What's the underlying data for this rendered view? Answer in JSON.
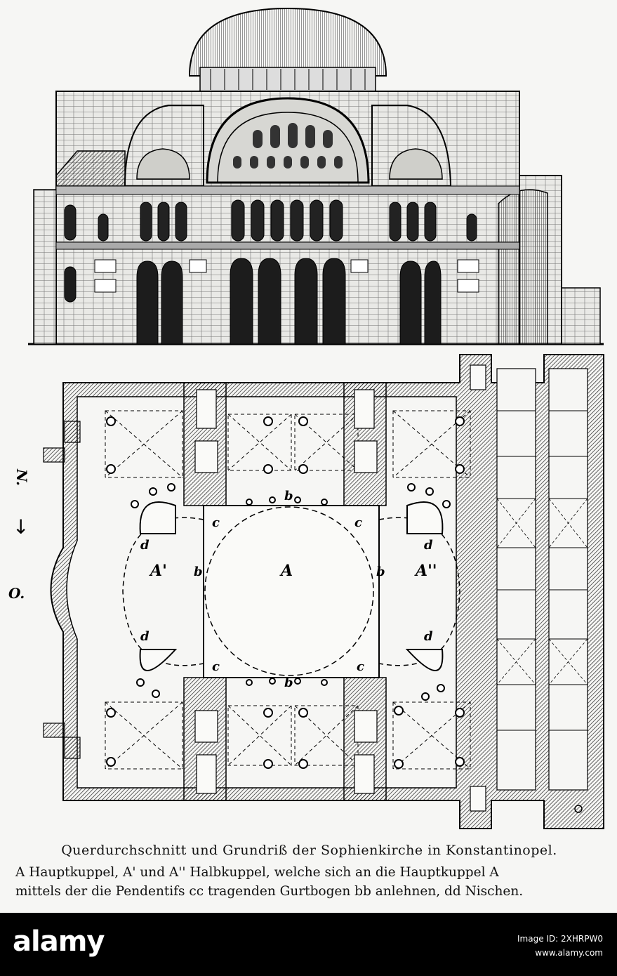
{
  "caption": {
    "line1": "Querdurchschnitt und Grundriß der Sophienkirche in Konstantinopel.",
    "line2": "A Hauptkuppel, A' und A'' Halbkuppel, welche sich an die Hauptkuppel A",
    "line3": "mittels der die Pendentifs cc tragenden Gurtbogen bb anlehnen, dd Nischen."
  },
  "plan_labels": {
    "north": "N.",
    "east": "O.",
    "A": "A",
    "A1": "A'",
    "A2": "A''",
    "b": "b",
    "c": "c",
    "d": "d"
  },
  "footer": {
    "brand": "alamy",
    "image_id": "Image ID: 2XHRPW0",
    "url": "www.alamy.com"
  }
}
